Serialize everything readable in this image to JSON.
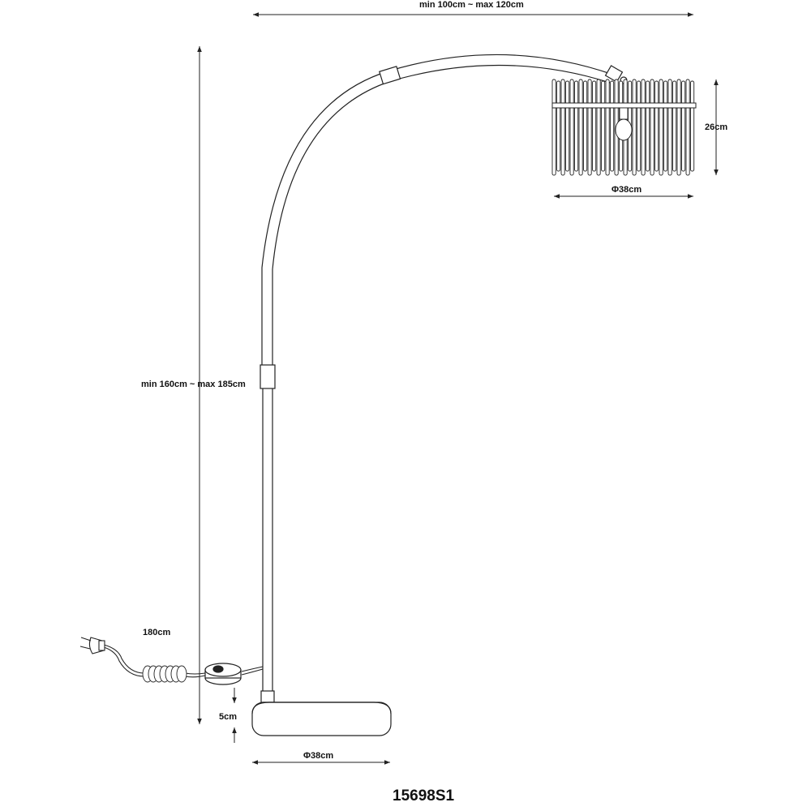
{
  "dimensions": {
    "arc_reach": "min 100cm ~ max 120cm",
    "height": "min 160cm ~ max 185cm",
    "shade_height": "26cm",
    "shade_diameter": "Φ38cm",
    "cable_length": "180cm",
    "base_height": "5cm",
    "base_diameter": "Φ38cm"
  },
  "model_number": "15698S1",
  "colors": {
    "line": "#222222",
    "background": "#ffffff"
  }
}
